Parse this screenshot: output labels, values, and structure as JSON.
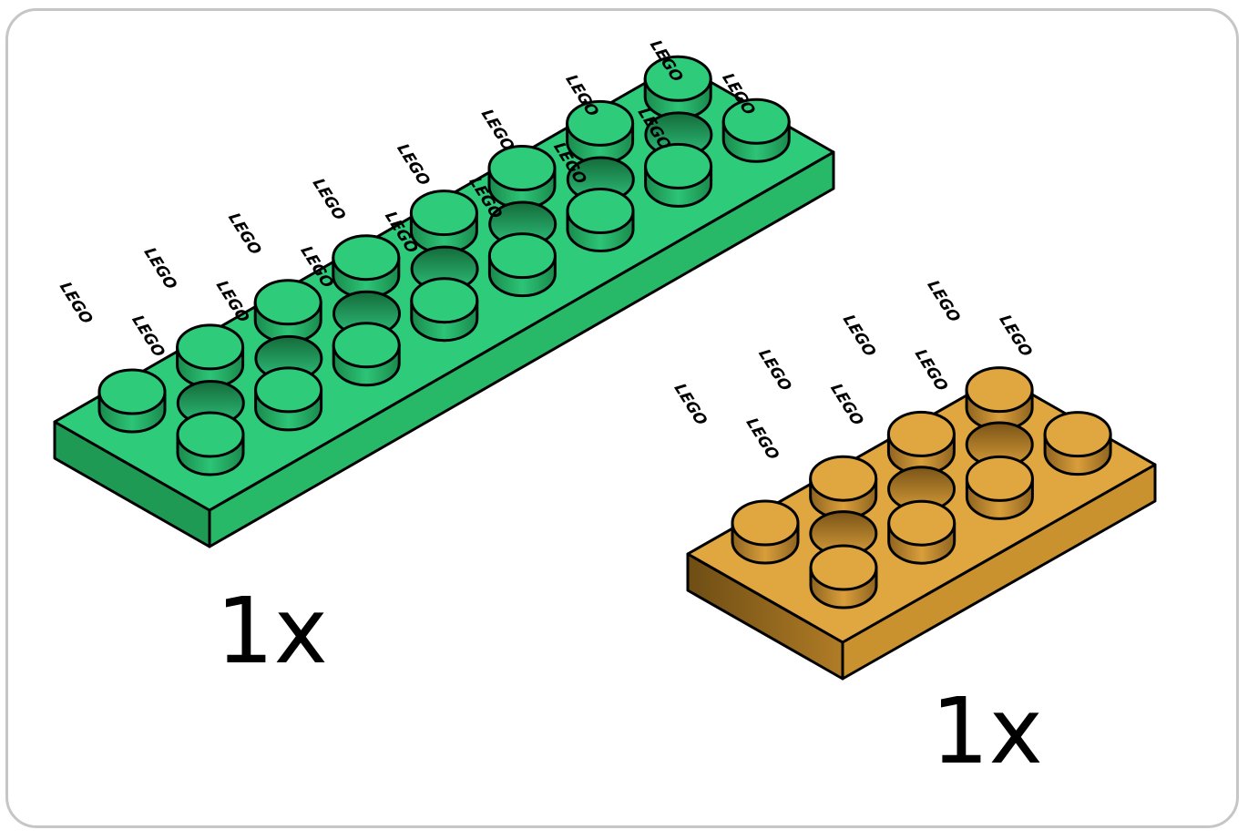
{
  "parts": [
    {
      "name": "green-plate",
      "quantity_label": "1x",
      "colors": {
        "top": "#2ecc7a",
        "top_light": "#3ad888",
        "left": "#1f9a55",
        "front": "#27b868",
        "stud_dark": "#1a8a4c",
        "hole": "#1b8e4e"
      }
    },
    {
      "name": "orange-plate",
      "quantity_label": "1x",
      "colors": {
        "top": "#e0a640",
        "top_light": "#ebb555",
        "left": "#8c6420",
        "front": "#c9922e",
        "stud_dark": "#9a6d22",
        "hole": "#a87a2a"
      }
    }
  ],
  "stud_logo_text": "LEGO"
}
